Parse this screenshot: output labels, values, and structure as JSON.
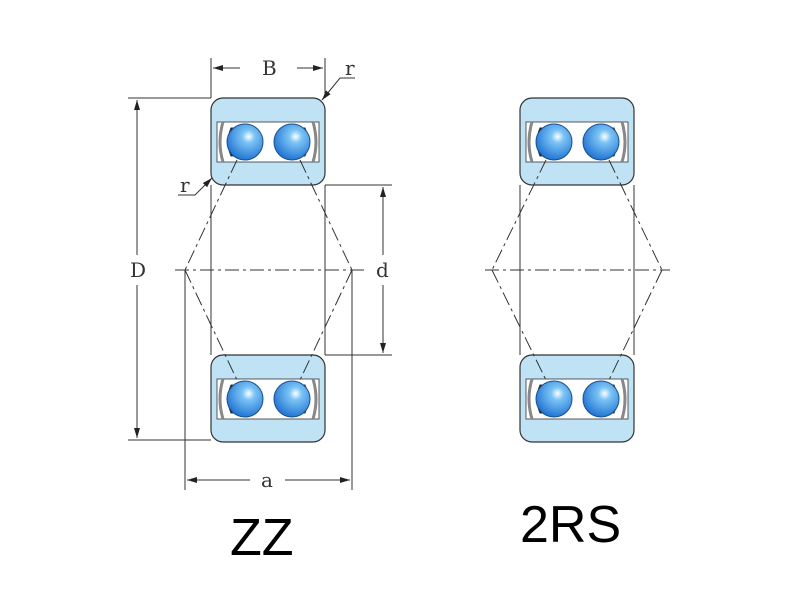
{
  "colors": {
    "ring": "#bfe3f5",
    "ball": "#2f8fe0",
    "line": "#333333"
  },
  "dimensions": {
    "B": "B",
    "r_top": "r",
    "r_side": "r",
    "D": "D",
    "d": "d",
    "a": "a"
  },
  "labels": {
    "left": "ZZ",
    "right": "2RS"
  }
}
